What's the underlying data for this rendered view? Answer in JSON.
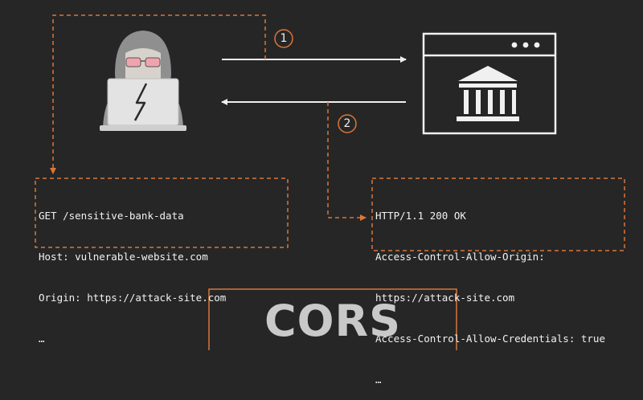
{
  "steps": {
    "step1": "1",
    "step2": "2"
  },
  "request": {
    "lines": [
      "GET /sensitive-bank-data",
      "Host: vulnerable-website.com",
      "Origin: https://attack-site.com",
      "…"
    ]
  },
  "response": {
    "lines": [
      "HTTP/1.1 200 OK",
      "Access-Control-Allow-Origin:",
      "https://attack-site.com",
      "Access-Control-Allow-Credentials: true",
      "…"
    ]
  },
  "title": "CORS",
  "colors": {
    "background": "#262626",
    "accent_orange": "#d9773a",
    "line_white": "#f0f0f0",
    "title_gray": "#c9c9c9",
    "laptop": "#e3e3e3",
    "hood": "#8f8f8f",
    "glasses": "#f1a3ad",
    "bank_icon": "#f0f0f0"
  },
  "icons": {
    "attacker": "hacker-with-laptop-icon",
    "server": "browser-window-bank-icon"
  }
}
